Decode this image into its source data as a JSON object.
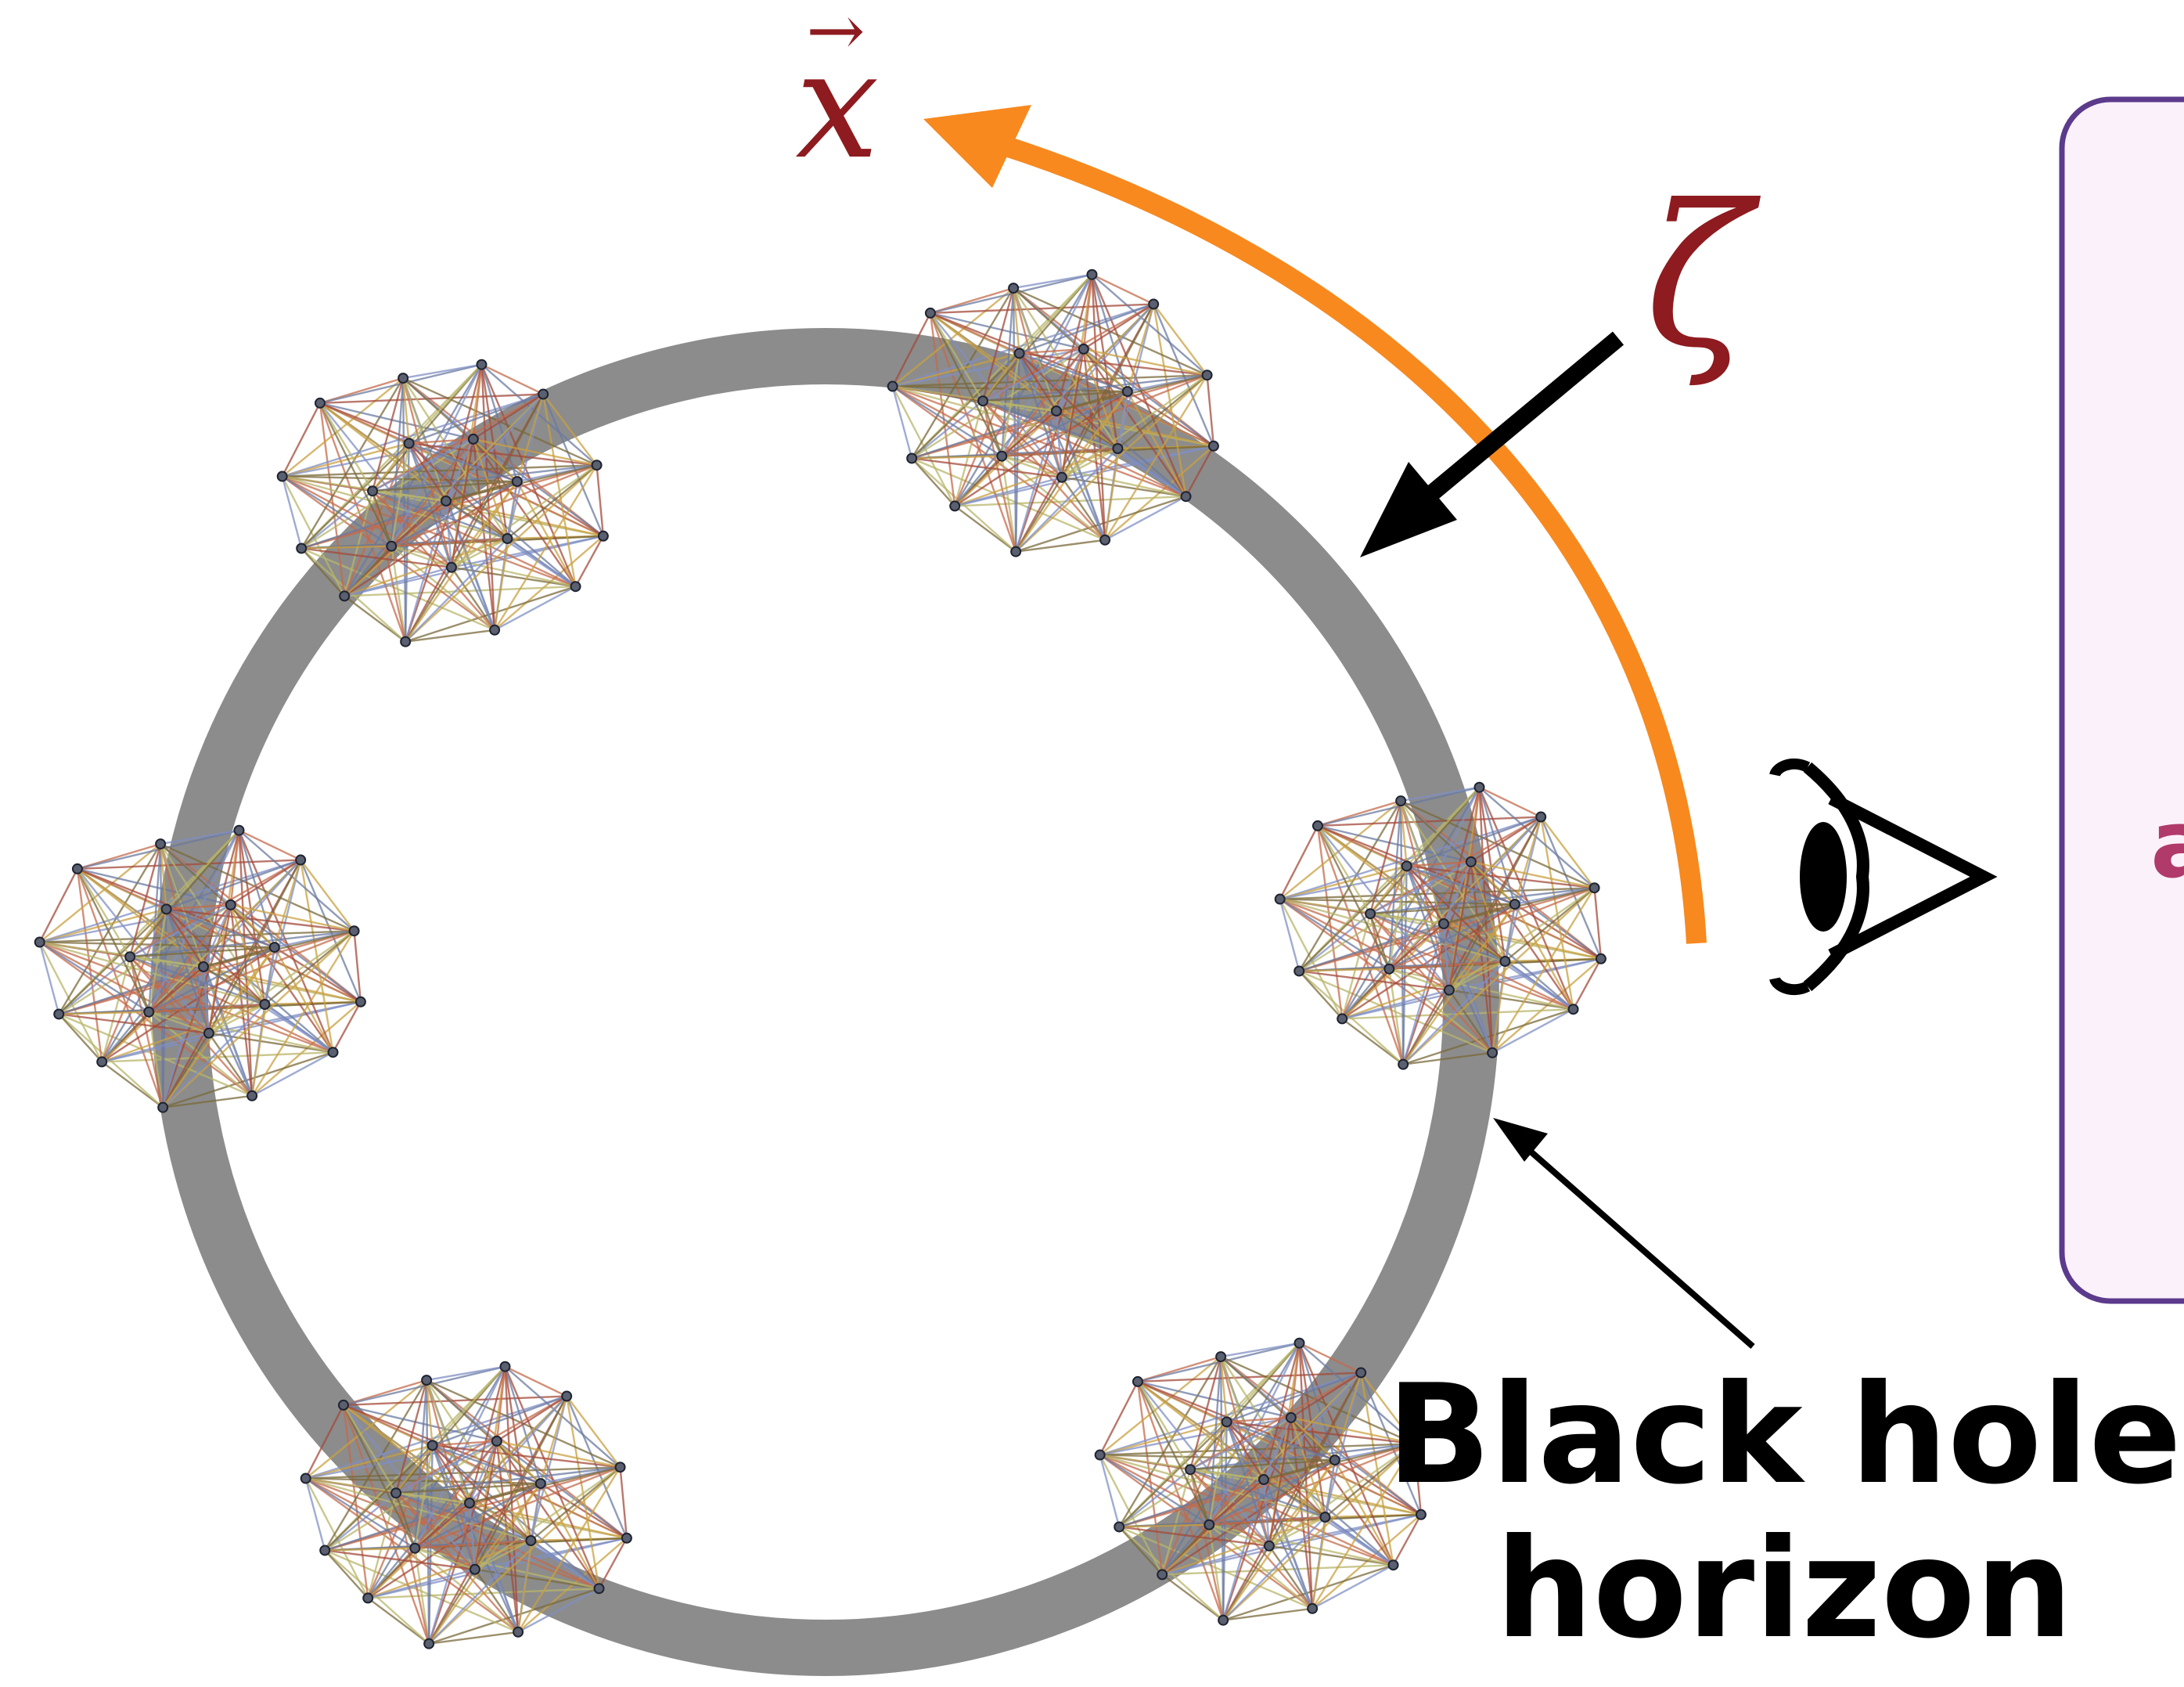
{
  "colors": {
    "background": "#ffffff",
    "horizon_ring": "#8c8c8c",
    "orange_arrow": "#f7891f",
    "math_label": "#8e1b1f",
    "black": "#000000",
    "box_fill": "#fbf1fa",
    "box_border": "#5c3a8c",
    "box_text": "#b03a6a"
  },
  "labels": {
    "x_vector": "x",
    "x_arrow_glyph": "→",
    "zeta": "ζ",
    "horizon_line1": "Black hole",
    "horizon_line2": "horizon",
    "box_partial_text": "a"
  },
  "icons": {
    "observer": "eye-icon",
    "cluster": "graph-cluster-icon"
  },
  "clusters": [
    "top-left",
    "top",
    "left",
    "right",
    "bottom-left",
    "bottom-right"
  ]
}
